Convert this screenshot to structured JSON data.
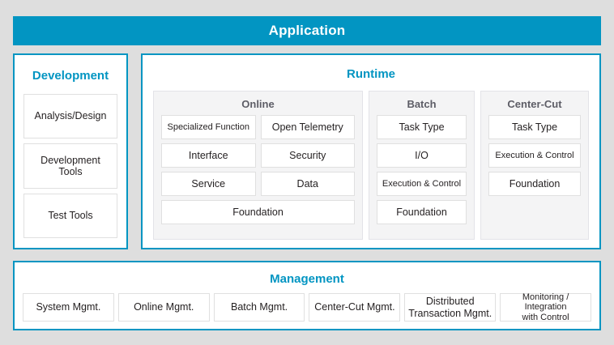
{
  "application": {
    "title": "Application"
  },
  "development": {
    "title": "Development",
    "items": [
      {
        "label": "Analysis/Design"
      },
      {
        "label": "Development\nTools"
      },
      {
        "label": "Test Tools"
      }
    ]
  },
  "runtime": {
    "title": "Runtime",
    "groups": [
      {
        "title": "Online",
        "rows": [
          [
            {
              "label": "Specialized Function"
            },
            {
              "label": "Open Telemetry"
            }
          ],
          [
            {
              "label": "Interface"
            },
            {
              "label": "Security"
            }
          ],
          [
            {
              "label": "Service"
            },
            {
              "label": "Data"
            }
          ],
          [
            {
              "label": "Foundation"
            }
          ]
        ]
      },
      {
        "title": "Batch",
        "rows": [
          [
            {
              "label": "Task Type"
            }
          ],
          [
            {
              "label": "I/O"
            }
          ],
          [
            {
              "label": "Execution & Control"
            }
          ],
          [
            {
              "label": "Foundation"
            }
          ]
        ]
      },
      {
        "title": "Center-Cut",
        "rows": [
          [
            {
              "label": "Task Type"
            }
          ],
          [
            {
              "label": "Execution & Control"
            }
          ],
          [
            {
              "label": "Foundation"
            }
          ]
        ]
      }
    ]
  },
  "management": {
    "title": "Management",
    "items": [
      {
        "label": "System Mgmt."
      },
      {
        "label": "Online Mgmt."
      },
      {
        "label": "Batch Mgmt."
      },
      {
        "label": "Center-Cut Mgmt."
      },
      {
        "label": "Distributed\nTransaction Mgmt."
      },
      {
        "label": "Monitoring / Integration\nwith Control"
      }
    ]
  },
  "colors": {
    "accent": "#0295c2",
    "background": "#dedede",
    "panel_fill": "#ffffff",
    "group_fill": "#f4f4f5",
    "leaf_border": "#e0e0e0",
    "group_title": "#5d5d66",
    "text": "#231f20"
  }
}
